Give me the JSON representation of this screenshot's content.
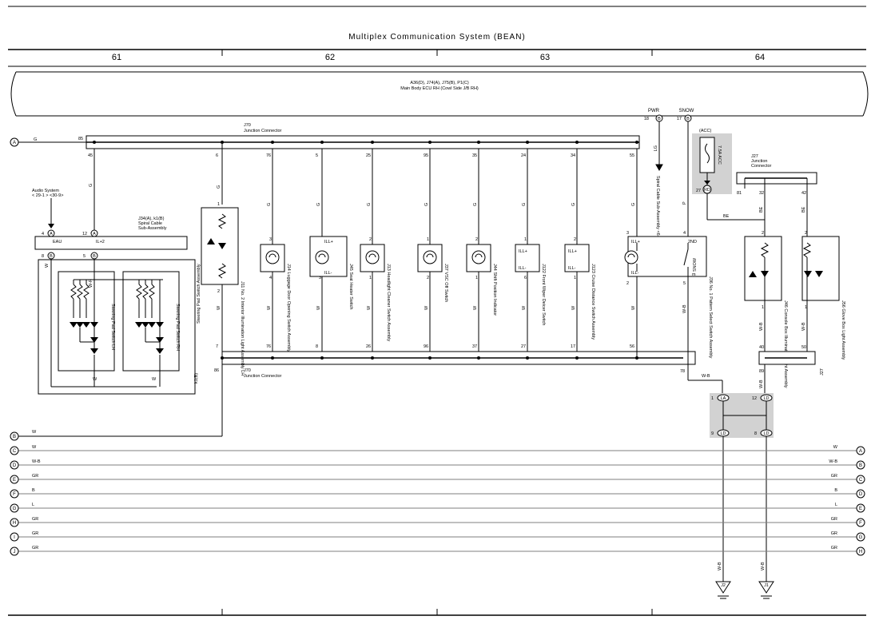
{
  "header": {
    "title": "Multiplex Communication System (BEAN)",
    "columns": [
      "61",
      "62",
      "63",
      "64"
    ]
  },
  "ecu": {
    "codes": "A36(D), J74(A), J75(B), P1(C)",
    "name": "Main Body ECU RH (Cowl Side J/B RH)",
    "pwr": "PWR",
    "snow": "SNOW",
    "pin_pwr": "18",
    "pin_snow": "17",
    "pwr_conn": "B",
    "snow_conn": "B",
    "pwr_wire": "LG",
    "snow_wire": "P",
    "spiral_cable": "Spiral Cable Sub-Assembly <6-4>"
  },
  "wire_refs": {
    "a": "A"
  },
  "j70": {
    "name": "J70",
    "sub": "Junction Connector",
    "pin_a": "85",
    "pin_b": "86",
    "pin_c": "78",
    "wire_g": "G"
  },
  "left": {
    "audio": "Audio System",
    "audio_ref": "< 29-1 > <30-9>",
    "pin4": "4",
    "pin12": "12",
    "pin45": "45",
    "pin8": "8",
    "pin5": "5",
    "conn_a": "A",
    "conn_b": "B",
    "wire_g": "G",
    "wire_w": "W",
    "wire_wr": "W-R",
    "eau": "EAU",
    "il2": "IL+2",
    "spiral_codes": "J34(A), k1(B)",
    "spiral_name": "Spiral Cable",
    "spiral_sub": "Sub-Assembly",
    "pad_lh": "Steering Pad Switch LH",
    "pad_rh": "Steering Pad Switch RH",
    "pad_assy": "Steering Pad Switch Assembly",
    "pad_code": "k1(B)"
  },
  "j11": {
    "top_pin": "6",
    "bot_pin": "7",
    "p1": "1",
    "p2": "2",
    "wire_g": "G",
    "wire_w": "W",
    "label": "J11 No. 2 Interior Illumination Light Assembly LH"
  },
  "columns": [
    {
      "top": "76",
      "bot": "76",
      "p_top": "3",
      "p_bot": "4",
      "kind": "lamp",
      "label": "J14 Luggage Door Opening Switch Assembly"
    },
    {
      "top": "5",
      "bot": "8",
      "p_top": "4",
      "p_bot": "3",
      "kind": "illbox",
      "label": "J45 Seat Heater Switch",
      "ill_plus": "ILL+",
      "ill_minus": "ILL-"
    },
    {
      "top": "25",
      "bot": "26",
      "p_top": "2",
      "p_bot": "1",
      "kind": "lamp",
      "label": "J13 Headlight Cleaner Switch Assembly"
    },
    {
      "top": "95",
      "bot": "96",
      "p_top": "1",
      "p_bot": "2",
      "kind": "lamp",
      "label": "J37 VSC Off Switch"
    },
    {
      "top": "35",
      "bot": "37",
      "p_top": "2",
      "p_bot": "1",
      "kind": "lamp",
      "label": "J44 Shift Position Indicator"
    },
    {
      "top": "24",
      "bot": "27",
      "p_top": "1",
      "p_bot": "6",
      "kind": "text",
      "label": "J122 Front Wiper Deicer Switch",
      "ill_plus": "ILL+",
      "ill_minus": "ILL-"
    },
    {
      "top": "34",
      "bot": "17",
      "p_top": "2",
      "p_bot": "1",
      "kind": "text",
      "label": "J123 Cruise Distance Switch Assembly",
      "ill_plus": "ILL+",
      "ill_minus": "ILL-"
    }
  ],
  "column_wires": {
    "top": "G",
    "bottom": "W"
  },
  "j36": {
    "top_pin": "55",
    "bot_pin": "56",
    "p3": "3",
    "p2": "2",
    "p4": "4",
    "p5": "5",
    "ill_plus": "ILL+",
    "ill_minus": "ILL-",
    "second": "2ND",
    "snow": "SNOW",
    "m": "m",
    "wire_g": "G",
    "wire_w": "W",
    "wire_wb": "W-B",
    "label": "J36 No. 1 Pattern Select Switch Assembly"
  },
  "right": {
    "acc": "(ACC)",
    "fuse": "7.5A ACC",
    "fuse_pin": "27",
    "fuse_conn": "RD",
    "wire_be": "BE",
    "wire_wb": "W-B",
    "j27": "J27",
    "j27_sub": "Junction",
    "j27_sub2": "Connector",
    "p81": "81",
    "p32": "32",
    "p42": "42",
    "p2": "2",
    "p1": "1",
    "p40": "40",
    "p50": "50",
    "p89": "89",
    "j46": "J46 Console Box Illumination Light Assembly",
    "j56": "J56 Glove Box Light Assembly",
    "jb_p1": "1",
    "jb_p12": "12",
    "jb_p9": "9",
    "jb_p8": "8",
    "jb_la": "LA",
    "jb_ld": "LD",
    "gnd_j2": "J2",
    "gnd_j1": "J1"
  },
  "wire_bus": {
    "left": [
      {
        "ref": "B",
        "color": "W"
      },
      {
        "ref": "C",
        "color": "W"
      },
      {
        "ref": "D",
        "color": "W-B"
      },
      {
        "ref": "E",
        "color": "GR"
      },
      {
        "ref": "F",
        "color": "B"
      },
      {
        "ref": "G",
        "color": "L"
      },
      {
        "ref": "H",
        "color": "GR"
      },
      {
        "ref": "I",
        "color": "GR"
      },
      {
        "ref": "J",
        "color": "GR"
      }
    ],
    "right": [
      {
        "ref": "A",
        "color": "W"
      },
      {
        "ref": "B",
        "color": "W-B"
      },
      {
        "ref": "C",
        "color": "GR"
      },
      {
        "ref": "D",
        "color": "B"
      },
      {
        "ref": "E",
        "color": "L"
      },
      {
        "ref": "F",
        "color": "GR"
      },
      {
        "ref": "G",
        "color": "GR"
      },
      {
        "ref": "H",
        "color": "GR"
      }
    ]
  }
}
